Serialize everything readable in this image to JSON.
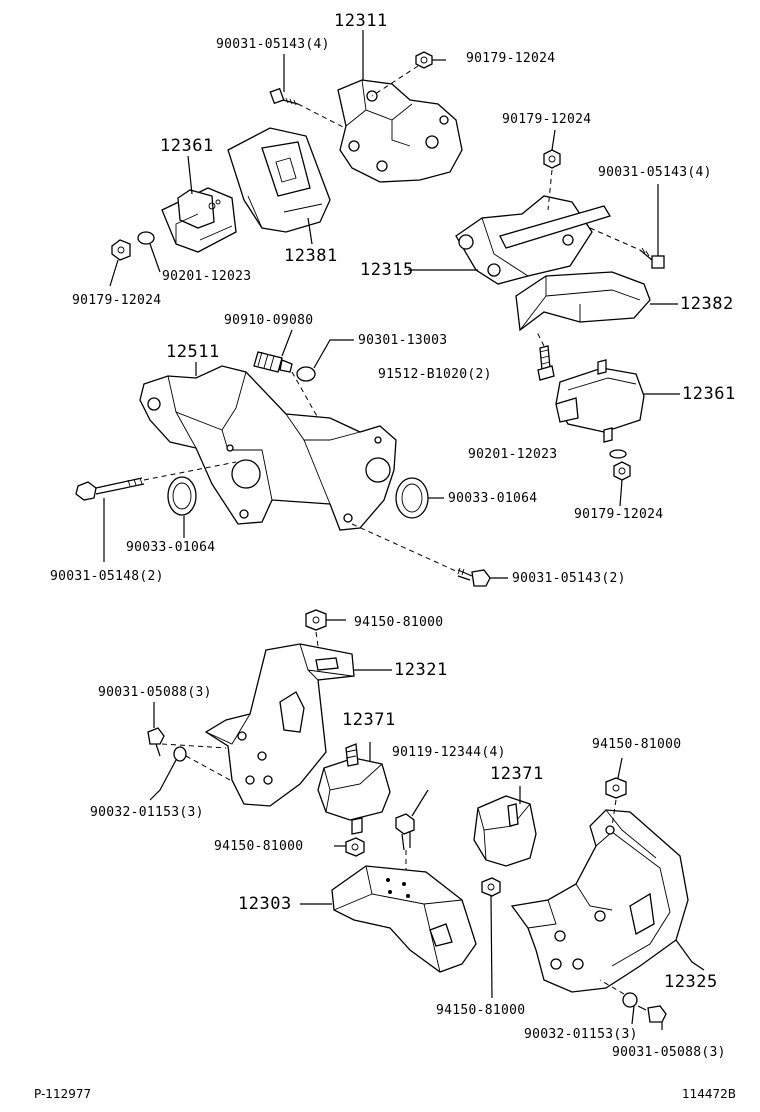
{
  "labels": {
    "l12311": "12311",
    "l90031_05143_4_top": "90031-05143(4)",
    "l90179_12024_top": "90179-12024",
    "l12361_left": "12361",
    "l12381": "12381",
    "l90201_12023_left": "90201-12023",
    "l90179_12024_left": "90179-12024",
    "l90179_12024_right": "90179-12024",
    "l90031_05143_4_right": "90031-05143(4)",
    "l12315": "12315",
    "l12382": "12382",
    "l90910_09080": "90910-09080",
    "l90301_13003": "90301-13003",
    "l12511": "12511",
    "l91512_B1020": "91512-B1020(2)",
    "l12361_right": "12361",
    "l90201_12023_right": "90201-12023",
    "l90179_12024_lower": "90179-12024",
    "l90033_01064_right": "90033-01064",
    "l90033_01064_left": "90033-01064",
    "l90031_05148": "90031-05148(2)",
    "l90031_05143_2": "90031-05143(2)",
    "l94150_81000_top": "94150-81000",
    "l12321": "12321",
    "l90031_05088_left": "90031-05088(3)",
    "l12371_left": "12371",
    "l90119_12344": "90119-12344(4)",
    "l94150_81000_right": "94150-81000",
    "l12371_right": "12371",
    "l90032_01153_left": "90032-01153(3)",
    "l94150_81000_mid": "94150-81000",
    "l12303": "12303",
    "l12325": "12325",
    "l94150_81000_bottom": "94150-81000",
    "l90032_01153_right": "90032-01153(3)",
    "l90031_05088_right": "90031-05088(3)",
    "page_code": "P-112977",
    "fig_code": "114472B"
  },
  "icons": [
    "engine-mount-bracket",
    "insulator",
    "stopper",
    "bolt",
    "nut",
    "washer",
    "gasket",
    "breather-plug",
    "cushion"
  ]
}
